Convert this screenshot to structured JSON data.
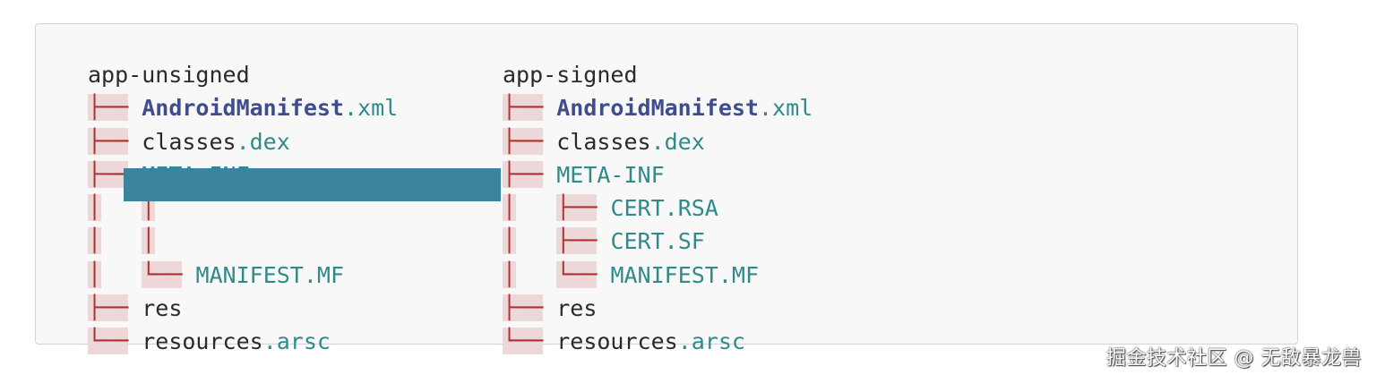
{
  "left_tree": {
    "root": "app-unsigned",
    "manifest_name": "AndroidManifest",
    "manifest_ext": ".xml",
    "classes_name": "classes",
    "classes_ext": ".dex",
    "meta_inf": "META-INF",
    "manifest_mf": "MANIFEST.MF",
    "res": "res",
    "resources_name": "resources",
    "resources_ext": ".arsc"
  },
  "right_tree": {
    "root": "app-signed",
    "manifest_name": "AndroidManifest",
    "manifest_ext": ".xml",
    "classes_name": "classes",
    "classes_ext": ".dex",
    "meta_inf": "META-INF",
    "cert_rsa": "CERT.RSA",
    "cert_sf": "CERT.SF",
    "manifest_mf": "MANIFEST.MF",
    "res": "res",
    "resources_name": "resources",
    "resources_ext": ".arsc"
  },
  "tree_glyphs": {
    "branch": "├──",
    "last": "└──",
    "pipe": "│"
  },
  "colors": {
    "highlight_bar": "#3a849e",
    "tree_glyph": "#b03030",
    "tree_glyph_bg": "#ecd8d8",
    "teal_text": "#2f8a8a",
    "bold_text": "#3f4d8c"
  },
  "watermark": "掘金技术社区 @ 无敌暴龙兽"
}
